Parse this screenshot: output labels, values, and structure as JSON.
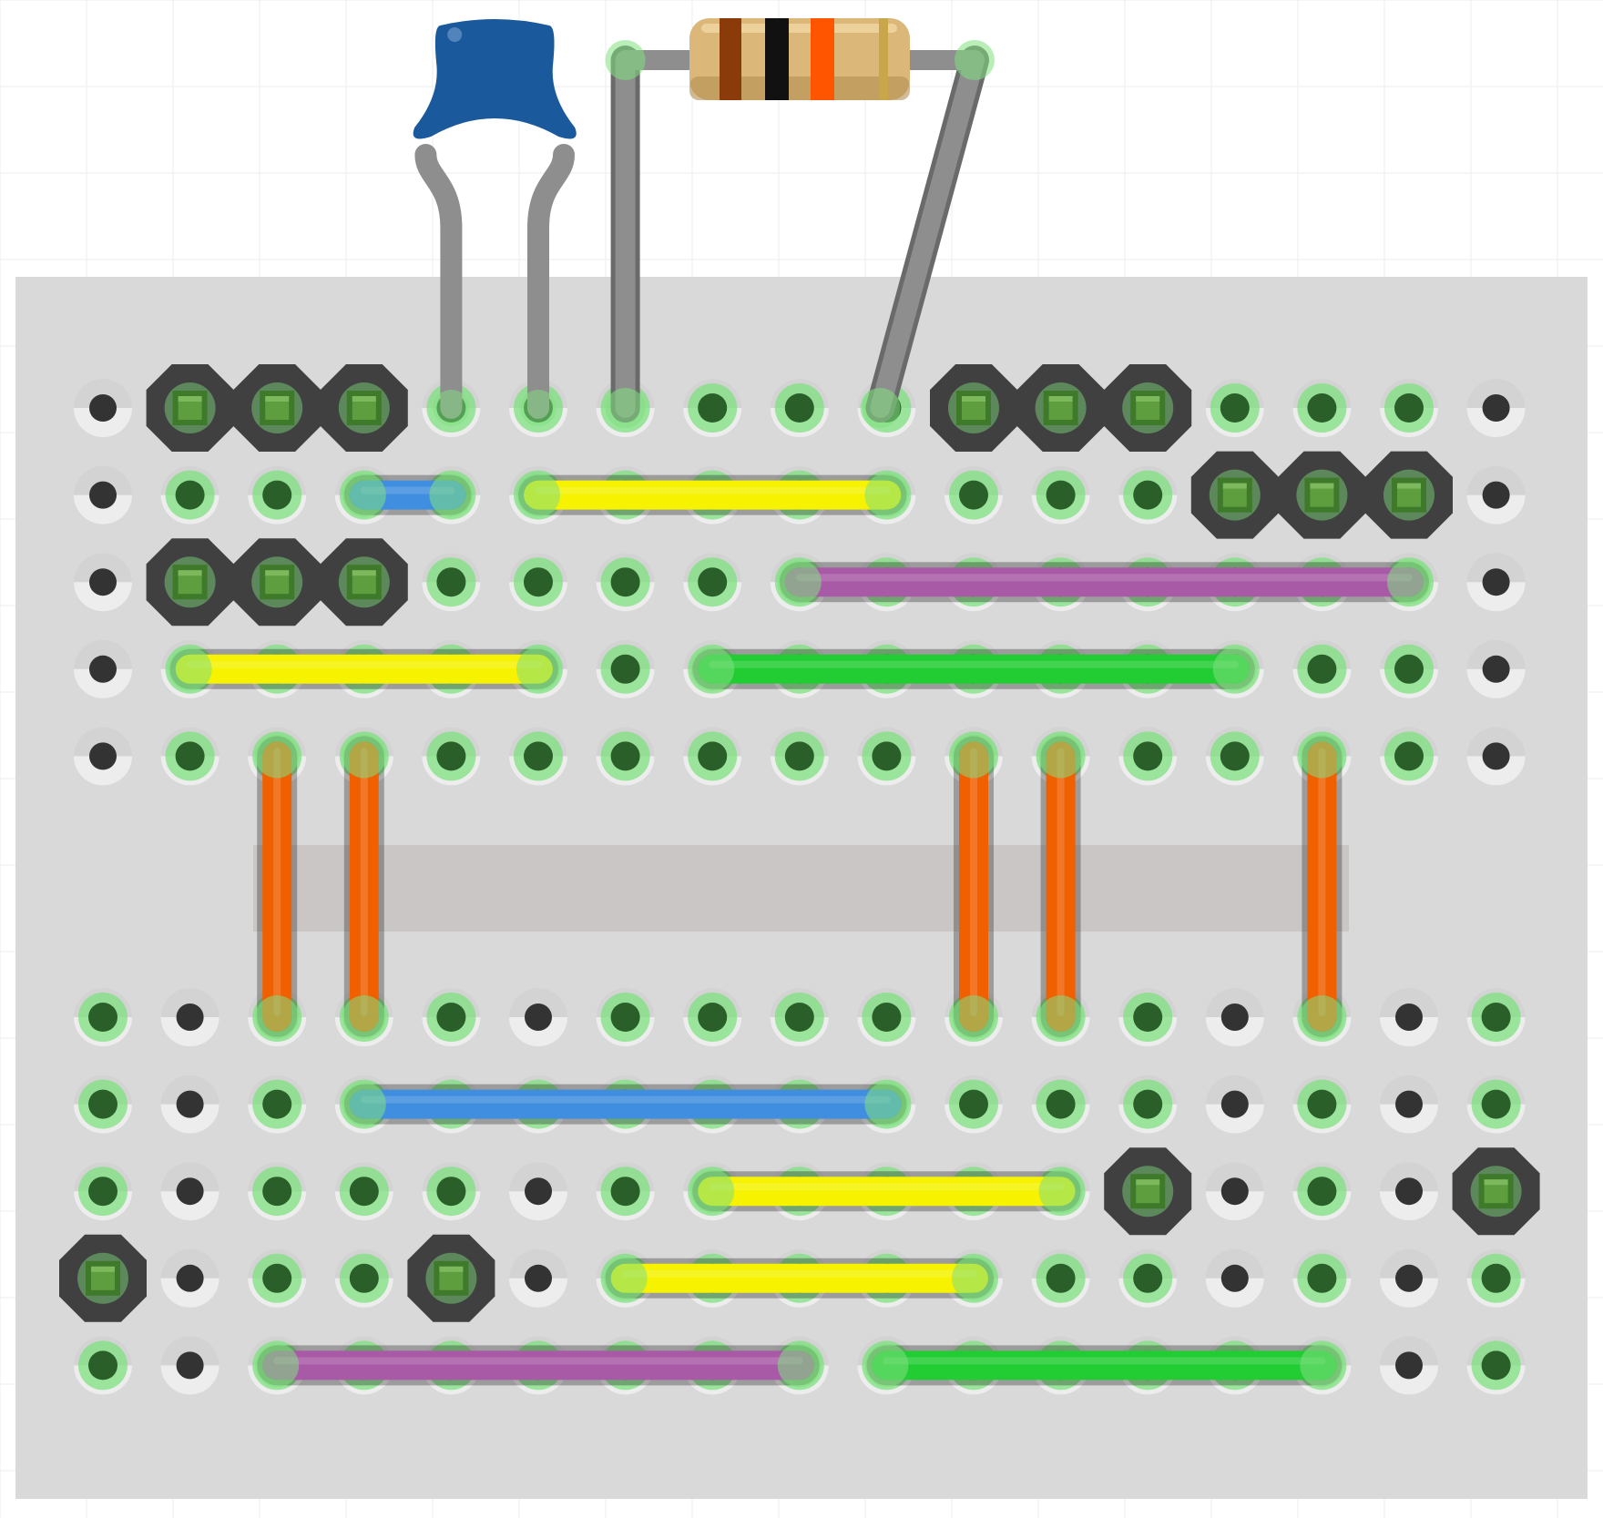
{
  "colors": {
    "background": "#ffffff",
    "grid_line": "#eeeeee",
    "board": "#d9d9d9",
    "channel": "#cbc6c6",
    "hole_ring_light": "#ededed",
    "hole_ring_dark": "#bdbdbd",
    "hole_center": "#333333",
    "connected_glow": "#7fe07f",
    "connected_center": "#2a5f2a",
    "header_body": "#404040",
    "header_pin": "#5e9e3e",
    "lead": "#8e8e8e",
    "lead_dark": "#6a6a6a",
    "capacitor": "#1a5a9c",
    "resistor_body": "#dbb77a",
    "wire_blue": "#3f8ee0",
    "wire_yellow": "#f6f200",
    "wire_purple": "#a85aa6",
    "wire_green": "#22cc33",
    "wire_orange": "#f06000"
  },
  "board": {
    "columns": 17,
    "top_rows": 5,
    "bottom_rows": 5,
    "top_dark": [
      [
        0,
        16
      ],
      [
        0,
        16
      ],
      [
        0,
        16
      ],
      [
        0,
        16
      ],
      [
        0,
        16
      ]
    ],
    "bottom_dark": [
      [
        1,
        5,
        13,
        15
      ],
      [
        1,
        13,
        15
      ],
      [
        1,
        5,
        13,
        15
      ],
      [
        1,
        5,
        13,
        15
      ],
      [
        1,
        15
      ]
    ]
  },
  "headers": {
    "top": [
      {
        "row": 0,
        "cols": [
          1,
          2,
          3
        ]
      },
      {
        "row": 0,
        "cols": [
          10,
          11,
          12
        ]
      },
      {
        "row": 1,
        "cols": [
          13,
          14,
          15
        ]
      },
      {
        "row": 2,
        "cols": [
          1,
          2,
          3
        ]
      }
    ],
    "bottom": [
      {
        "row": 2,
        "cols": [
          12
        ]
      },
      {
        "row": 2,
        "cols": [
          16
        ]
      },
      {
        "row": 3,
        "cols": [
          0
        ]
      },
      {
        "row": 3,
        "cols": [
          4
        ]
      }
    ]
  },
  "wires": [
    {
      "color": "blue",
      "from": {
        "section": "top",
        "row": 1,
        "col": 3
      },
      "to": {
        "section": "top",
        "row": 1,
        "col": 4
      }
    },
    {
      "color": "yellow",
      "from": {
        "section": "top",
        "row": 1,
        "col": 5
      },
      "to": {
        "section": "top",
        "row": 1,
        "col": 9
      }
    },
    {
      "color": "purple",
      "from": {
        "section": "top",
        "row": 2,
        "col": 8
      },
      "to": {
        "section": "top",
        "row": 2,
        "col": 15
      }
    },
    {
      "color": "yellow",
      "from": {
        "section": "top",
        "row": 3,
        "col": 1
      },
      "to": {
        "section": "top",
        "row": 3,
        "col": 5
      }
    },
    {
      "color": "green",
      "from": {
        "section": "top",
        "row": 3,
        "col": 7
      },
      "to": {
        "section": "top",
        "row": 3,
        "col": 13
      }
    },
    {
      "color": "orange",
      "from": {
        "section": "top",
        "row": 4,
        "col": 2
      },
      "to": {
        "section": "bottom",
        "row": 0,
        "col": 2
      }
    },
    {
      "color": "orange",
      "from": {
        "section": "top",
        "row": 4,
        "col": 3
      },
      "to": {
        "section": "bottom",
        "row": 0,
        "col": 3
      }
    },
    {
      "color": "orange",
      "from": {
        "section": "top",
        "row": 4,
        "col": 10
      },
      "to": {
        "section": "bottom",
        "row": 0,
        "col": 10
      }
    },
    {
      "color": "orange",
      "from": {
        "section": "top",
        "row": 4,
        "col": 11
      },
      "to": {
        "section": "bottom",
        "row": 0,
        "col": 11
      }
    },
    {
      "color": "orange",
      "from": {
        "section": "top",
        "row": 4,
        "col": 14
      },
      "to": {
        "section": "bottom",
        "row": 0,
        "col": 14
      }
    },
    {
      "color": "blue",
      "from": {
        "section": "bottom",
        "row": 1,
        "col": 3
      },
      "to": {
        "section": "bottom",
        "row": 1,
        "col": 9
      }
    },
    {
      "color": "yellow",
      "from": {
        "section": "bottom",
        "row": 2,
        "col": 7
      },
      "to": {
        "section": "bottom",
        "row": 2,
        "col": 11
      }
    },
    {
      "color": "yellow",
      "from": {
        "section": "bottom",
        "row": 3,
        "col": 6
      },
      "to": {
        "section": "bottom",
        "row": 3,
        "col": 10
      }
    },
    {
      "color": "purple",
      "from": {
        "section": "bottom",
        "row": 4,
        "col": 2
      },
      "to": {
        "section": "bottom",
        "row": 4,
        "col": 8
      }
    },
    {
      "color": "green",
      "from": {
        "section": "bottom",
        "row": 4,
        "col": 9
      },
      "to": {
        "section": "bottom",
        "row": 4,
        "col": 14
      }
    }
  ],
  "components": {
    "capacitor": {
      "leg_cols": [
        4,
        5
      ],
      "row": 0
    },
    "resistor": {
      "leg_cols": [
        6,
        9
      ],
      "row": 0,
      "bands": [
        "#8b3a0a",
        "#111111",
        "#ff5500",
        "#c9a64a"
      ]
    }
  }
}
